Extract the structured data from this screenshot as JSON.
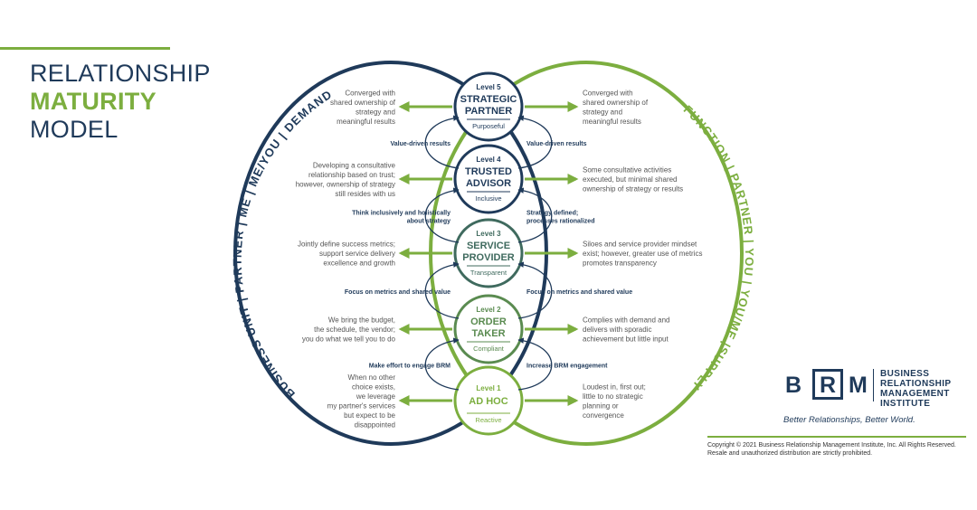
{
  "title": {
    "line1": "RELATIONSHIP",
    "line2": "MATURITY",
    "line3": "MODEL"
  },
  "arc_labels": {
    "left": "BUSINESS UNIT | PARTNER | ME | ME/YOU | DEMAND",
    "right": "FUNCTION | PARTNER | YOU | YOU/ME |SUPPLY"
  },
  "levels": [
    {
      "level": "Level 5",
      "name1": "STRATEGIC",
      "name2": "PARTNER",
      "quality": "Purposeful",
      "left": [
        "Converged with",
        "shared ownership of",
        "strategy and",
        "meaningful results"
      ],
      "right": [
        "Converged with",
        "shared ownership of",
        "strategy and",
        "meaningful results"
      ]
    },
    {
      "level": "Level 4",
      "name1": "TRUSTED",
      "name2": "ADVISOR",
      "quality": "Inclusive",
      "left": [
        "Developing a consultative",
        "relationship based on trust;",
        "however, ownership of strategy",
        "still resides with us"
      ],
      "right": [
        "Some consultative activities",
        "executed, but minimal shared",
        "ownership of strategy or results"
      ]
    },
    {
      "level": "Level 3",
      "name1": "SERVICE",
      "name2": "PROVIDER",
      "quality": "Transparent",
      "left": [
        "Jointly define success metrics;",
        "support service delivery",
        "excellence and growth"
      ],
      "right": [
        "Siloes and service provider mindset",
        "exist; however, greater use of metrics",
        "promotes transparency"
      ]
    },
    {
      "level": "Level 2",
      "name1": "ORDER",
      "name2": "TAKER",
      "quality": "Compliant",
      "left": [
        "We bring the budget,",
        "the schedule, the vendor;",
        "you do what we tell you to do"
      ],
      "right": [
        "Complies with demand and",
        "delivers with sporadic",
        "achievement but little input"
      ]
    },
    {
      "level": "Level 1",
      "name1": "AD HOC",
      "name2": "",
      "quality": "Reactive",
      "left": [
        "When no other",
        "choice exists,",
        "we leverage",
        "my partner's services",
        "but expect to be",
        "disappointed"
      ],
      "right": [
        "Loudest in, first out;",
        "little to no strategic",
        "planning or",
        "convergence"
      ]
    }
  ],
  "transitions": [
    {
      "left": [
        "Value-driven results"
      ],
      "right": [
        "Value-driven results"
      ]
    },
    {
      "left": [
        "Think inclusively and holistically",
        "about strategy"
      ],
      "right": [
        "Strategy defined;",
        "processes rationalized"
      ]
    },
    {
      "left": [
        "Focus on metrics and shared value"
      ],
      "right": [
        "Focus on metrics and shared value"
      ]
    },
    {
      "left": [
        "Make effort to engage BRM"
      ],
      "right": [
        "Increase BRM engagement"
      ]
    }
  ],
  "brm": {
    "l1": "B",
    "l2": "R",
    "l3": "M",
    "name1": "BUSINESS",
    "name2": "RELATIONSHIP",
    "name3": "MANAGEMENT",
    "name4": "INSTITUTE",
    "tagline": "Better Relationships, Better World."
  },
  "copyright": {
    "line1": "Copyright © 2021 Business Relationship Management Institute, Inc. All Rights Reserved.",
    "line2": "Resale and unauthorized distribution are strictly prohibited."
  },
  "colors": {
    "navy": "#1f3a5a",
    "green": "#7cae3f",
    "mid3": "#3f6a5e",
    "mid2": "#5a8b50",
    "gray": "#555555"
  }
}
